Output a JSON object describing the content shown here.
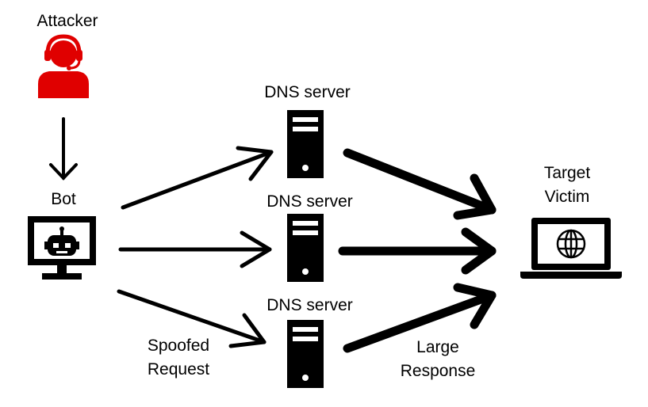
{
  "labels": {
    "attacker": "Attacker",
    "bot": "Bot",
    "dns_server_1": "DNS server",
    "dns_server_2": "DNS server",
    "dns_server_3": "DNS server",
    "target_line1": "Target",
    "target_line2": "Victim",
    "spoofed_line1": "Spoofed",
    "spoofed_line2": "Request",
    "large_line1": "Large",
    "large_line2": "Response"
  },
  "colors": {
    "attacker": "#e00000",
    "ink": "#000000"
  },
  "icons": {
    "attacker": "headset-user-icon",
    "bot": "robot-monitor-icon",
    "dns": "server-tower-icon",
    "target": "laptop-globe-icon"
  }
}
